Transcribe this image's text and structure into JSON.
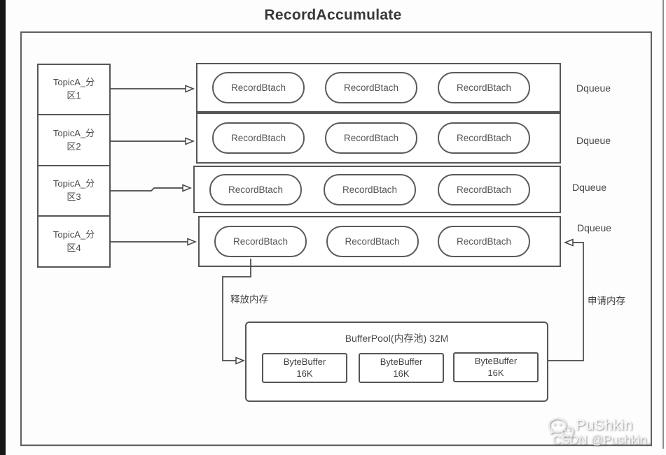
{
  "title": "RecordAccumulate",
  "partitions": [
    {
      "label": "TopicA_分区1"
    },
    {
      "label": "TopicA_分区2"
    },
    {
      "label": "TopicA_分区3"
    },
    {
      "label": "TopicA_分区4"
    }
  ],
  "queues": [
    {
      "label": "Dqueue",
      "batches": [
        "RecordBtach",
        "RecordBtach",
        "RecordBtach"
      ]
    },
    {
      "label": "Dqueue",
      "batches": [
        "RecordBtach",
        "RecordBtach",
        "RecordBtach"
      ]
    },
    {
      "label": "Dqueue",
      "batches": [
        "RecordBtach",
        "RecordBtach",
        "RecordBtach"
      ]
    },
    {
      "label": "Dqueue",
      "batches": [
        "RecordBtach",
        "RecordBtach",
        "RecordBtach"
      ]
    }
  ],
  "buffer_pool": {
    "title": "BufferPool(内存池) 32M",
    "buffers": [
      {
        "name": "ByteBuffer",
        "size": "16K"
      },
      {
        "name": "ByteBuffer",
        "size": "16K"
      },
      {
        "name": "ByteBuffer",
        "size": "16K"
      }
    ]
  },
  "annotations": {
    "release_memory": "释放内存",
    "request_memory": "申请内存"
  },
  "watermark": {
    "name": "PuShkin",
    "subtitle": "CSDN @Pushkin.",
    "icon": "chat-bubbles-icon"
  },
  "colors": {
    "line": "#474747",
    "border": "#565656",
    "text": "#4a4a4a",
    "background": "#fdfdfd",
    "left_bar": "#161616"
  }
}
